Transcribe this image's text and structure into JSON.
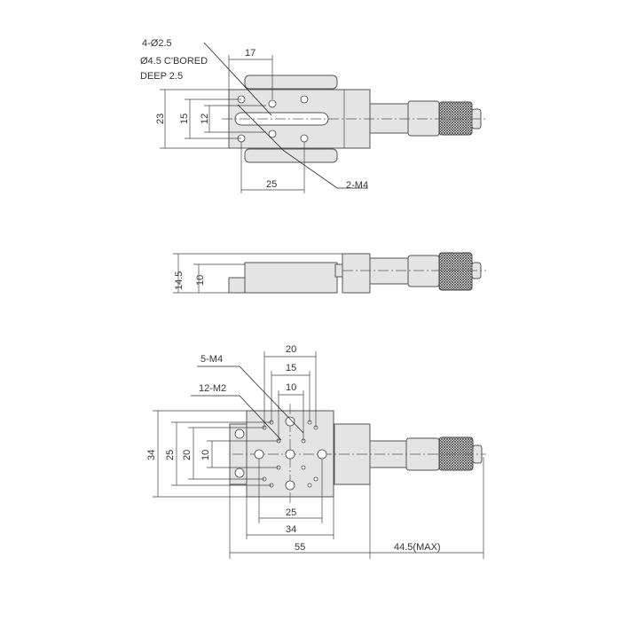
{
  "top_view": {
    "callouts": {
      "holes": "4-Ø2.5",
      "counterbore": "Ø4.5 C'BORED",
      "depth": "DEEP 2.5",
      "tapped": "2-M4"
    },
    "dims": {
      "width_17": "17",
      "height_23": "23",
      "height_15": "15",
      "height_12": "12",
      "pitch_25": "25"
    }
  },
  "side_view": {
    "dims": {
      "height_14_5": "14.5",
      "height_10": "10"
    }
  },
  "bottom_view": {
    "callouts": {
      "m4": "5-M4",
      "m2": "12-M2"
    },
    "dims": {
      "top_20": "20",
      "top_15": "15",
      "top_10": "10",
      "left_34": "34",
      "left_25": "25",
      "left_20": "20",
      "left_10": "10",
      "bottom_25": "25",
      "bottom_34": "34",
      "length_55": "55",
      "travel_max": "44.5(MAX)"
    }
  }
}
